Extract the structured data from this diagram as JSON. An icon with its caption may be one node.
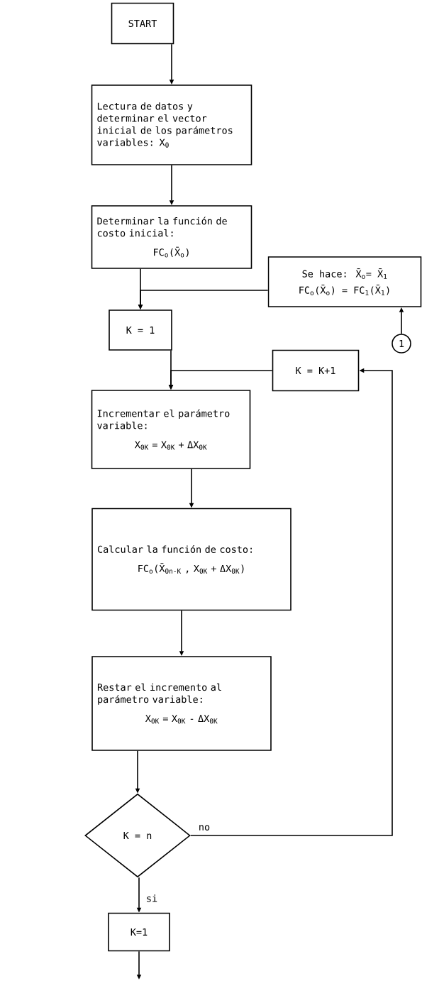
{
  "diagram": {
    "nodes": [
      {
        "text": [
          "START"
        ]
      },
      {
        "text": [
          "Lectura de datos y determinar el vector inicial de los parámetros variables: X$_{0}$"
        ]
      },
      {
        "text": [
          "Determinar la función de costo inicial:",
          "FC$_{o}$(X̄$_{o}$)"
        ]
      },
      {
        "text": [
          "Se hace: X̄$_{o}$= X̄$_{1}$",
          "FC$_{o}$(X̄$_{o}$) = FC$_{1}$(X̄$_{1}$)"
        ]
      },
      {
        "text": [
          "K = 1"
        ]
      },
      {
        "text": [
          "1"
        ]
      },
      {
        "text": [
          "K = K+1"
        ]
      },
      {
        "text": [
          "Incrementar el parámetro variable:",
          "X$_{0K}$ = X$_{0K}$ + ΔX$_{0K}$"
        ]
      },
      {
        "text": [
          "Calcular la función de costo:",
          "FC$_{o}$(X̄$_{0n-K}$ , X$_{0K}$ + ΔX$_{0K}$)"
        ]
      },
      {
        "text": [
          "Restar el incremento al parámetro variable:",
          "X$_{0K}$ = X$_{0K}$ - ΔX$_{0K}$"
        ]
      },
      {
        "text": [
          "K = n"
        ]
      },
      {
        "text": [
          "K=1"
        ]
      }
    ],
    "edges": [
      {
        "from": 0,
        "to": 1,
        "arrow": "to"
      },
      {
        "from": 1,
        "to": 2,
        "arrow": "to"
      },
      {
        "from": 2,
        "to": 4,
        "arrow": "to"
      },
      {
        "from": 3,
        "to": 4,
        "arrow": "to"
      },
      {
        "from": 5,
        "to": 3,
        "arrow": "to"
      },
      {
        "from": 4,
        "to": 7,
        "arrow": "to"
      },
      {
        "from": 6,
        "to": 7,
        "arrow": "to"
      },
      {
        "from": 7,
        "to": 8,
        "arrow": "to"
      },
      {
        "from": 8,
        "to": 9,
        "arrow": "to"
      },
      {
        "from": 9,
        "to": 10,
        "arrow": "to"
      },
      {
        "from": 10,
        "to": 6,
        "arrow": "to",
        "label": "no"
      },
      {
        "from": 10,
        "to": 11,
        "arrow": "to",
        "label": "si"
      },
      {
        "from": 11,
        "to": null,
        "arrow": "to"
      }
    ]
  }
}
